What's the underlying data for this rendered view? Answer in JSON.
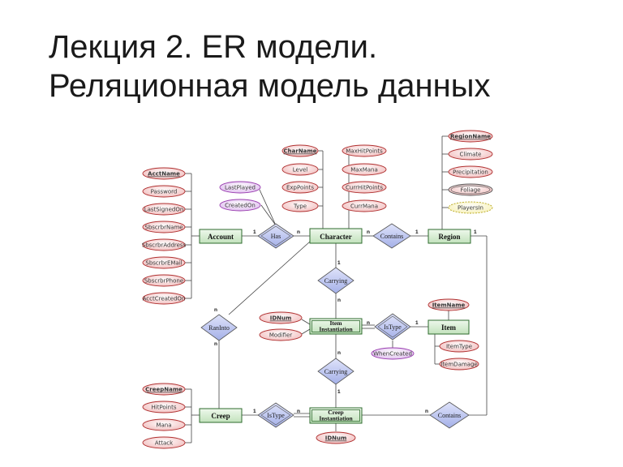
{
  "slide": {
    "title_line1": "Лекция 2. ER модели.",
    "title_line2": "Реляционная модель данных"
  },
  "diagram": {
    "entities": {
      "account": "Account",
      "character": "Character",
      "region": "Region",
      "item_instantiation": "Item Instantiation",
      "item": "Item",
      "creep": "Creep",
      "creep_instantiation": "Creep Instantiation"
    },
    "relationships": {
      "has": "Has",
      "contains_top": "Contains",
      "carrying_top": "Carrying",
      "ranInto": "RanInto",
      "isType_item": "IsType",
      "carrying_bottom": "Carrying",
      "isType_creep": "IsType",
      "contains_bottom": "Contains"
    },
    "attributes": {
      "account": [
        "AcctName",
        "Password",
        "LastSignedOn",
        "SbscrbrName",
        "SbscrbrAddress",
        "SbscrbrEMail",
        "SbscrbrPhone",
        "AcctCreatedOn"
      ],
      "has": [
        "LastPlayed",
        "CreatedOn"
      ],
      "character_left": [
        "CharName",
        "Level",
        "ExpPoints",
        "Type"
      ],
      "character_right": [
        "MaxHitPoints",
        "MaxMana",
        "CurrHitPoints",
        "CurrMana"
      ],
      "region": [
        "RegionName",
        "Climate",
        "Precipitation",
        "Foliage",
        "PlayersIn"
      ],
      "item_instantiation": [
        "IDNum",
        "Modifier"
      ],
      "isType_item": [
        "WhenCreated"
      ],
      "item": [
        "ItemName",
        "ItemType",
        "ItemDamage"
      ],
      "creep": [
        "CreepName",
        "HitPoints",
        "Mana",
        "Attack"
      ],
      "creep_instantiation": [
        "IDNum"
      ]
    },
    "cardinalities": {
      "has_account": "1",
      "has_character": "n",
      "contains_character": "n",
      "contains_region": "1",
      "carrying_character": "1",
      "carrying_item": "n",
      "ranInto_account": "n",
      "ranInto_creep": "n",
      "isType_iteminst": "n",
      "isType_item": "1",
      "carrying2_iteminst": "n",
      "carrying2_creepinst": "1",
      "isType2_creep": "1",
      "isType2_creepinst": "n",
      "contains2_creepinst": "n",
      "contains2_region": "1"
    },
    "colors": {
      "entity_fill": "#d4ecd0",
      "entity_border": "#2e6b2e",
      "relationship_fill": "#b9c2ee",
      "attribute_fill": "#f4c3c3",
      "attribute_border": "#b03030",
      "relationship_attr_fill": "#e6c8f0",
      "relationship_attr_border": "#9a3fb0",
      "derived_fill": "#fbf7cc",
      "derived_border": "#b8a820"
    }
  }
}
